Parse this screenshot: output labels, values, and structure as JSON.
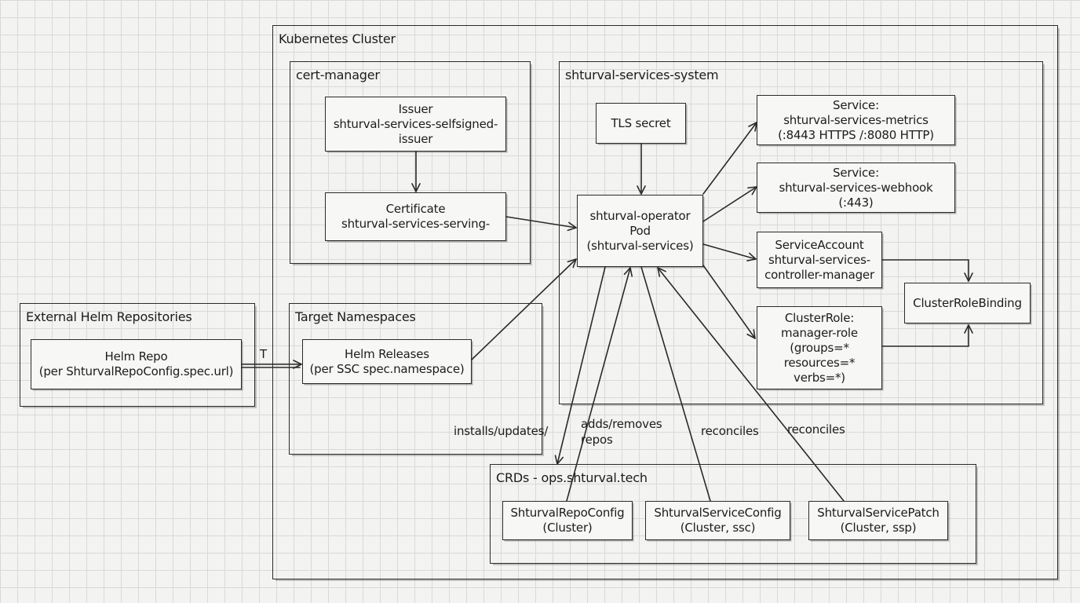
{
  "groups": {
    "kubernetes_cluster": "Kubernetes Cluster",
    "cert_manager": "cert-manager",
    "system_namespace": "shturval-services-system",
    "external_helm": "External Helm Repositories",
    "target_namespaces": "Target Namespaces",
    "crds": "CRDs  - ops.shturval.tech"
  },
  "nodes": {
    "issuer": [
      "Issuer",
      "shturval-services-selfsigned-",
      "issuer"
    ],
    "certificate": [
      "Certificate",
      "shturval-services-serving-"
    ],
    "tls_secret": [
      "TLS secret"
    ],
    "operator_pod": [
      "shturval-operator",
      "Pod",
      "(shturval-services)"
    ],
    "svc_metrics": [
      "Service:",
      "shturval-services-metrics",
      "(:8443 HTTPS /:8080 HTTP)"
    ],
    "svc_webhook": [
      "Service:",
      "shturval-services-webhook",
      "(:443)"
    ],
    "service_account": [
      "ServiceAccount",
      "shturval-services-",
      "controller-manager"
    ],
    "cluster_role": [
      "ClusterRole:",
      "manager-role",
      "(groups=*",
      "resources=*",
      "verbs=*)"
    ],
    "cluster_role_binding": [
      "ClusterRoleBinding"
    ],
    "helm_repo": [
      "Helm Repo",
      "(per ShturvalRepoConfig.spec.url)"
    ],
    "helm_releases": [
      "Helm Releases",
      "(per SSC spec.namespace)"
    ],
    "repo_config": [
      "ShturvalRepoConfig",
      "(Cluster)"
    ],
    "service_config": [
      "ShturvalServiceConfig",
      "(Cluster, ssc)"
    ],
    "service_patch": [
      "ShturvalServicePatch",
      "(Cluster, ssp)"
    ]
  },
  "edge_labels": {
    "t": "T",
    "installs_updates": "installs/updates/",
    "adds_removes": [
      "adds/removes",
      "repos"
    ],
    "reconciles_ssc": "reconciles",
    "reconciles_ssp": "reconciles"
  },
  "colors": {
    "background": "#f3f3f1",
    "grid": "#d9dad8",
    "stroke": "#2a2a2a"
  }
}
